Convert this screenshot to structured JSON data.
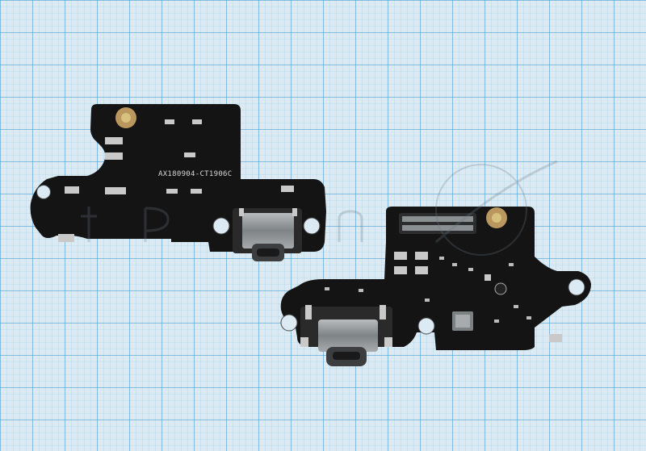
{
  "photo": {
    "subject": "two charging-port flex PCBs on graph paper",
    "background_color": "#d7e8f1",
    "grid_minor_color": "#9cc7e4",
    "grid_major_color": "#4f9fd6",
    "pcb_color": "#121212",
    "pad_color": "#c9c9c9",
    "connector_metal_color": "#8f9497"
  },
  "left_board": {
    "marking": "AX180904-CT1906C"
  },
  "watermark": {
    "note": "faint logo watermark reproduced as picture"
  }
}
